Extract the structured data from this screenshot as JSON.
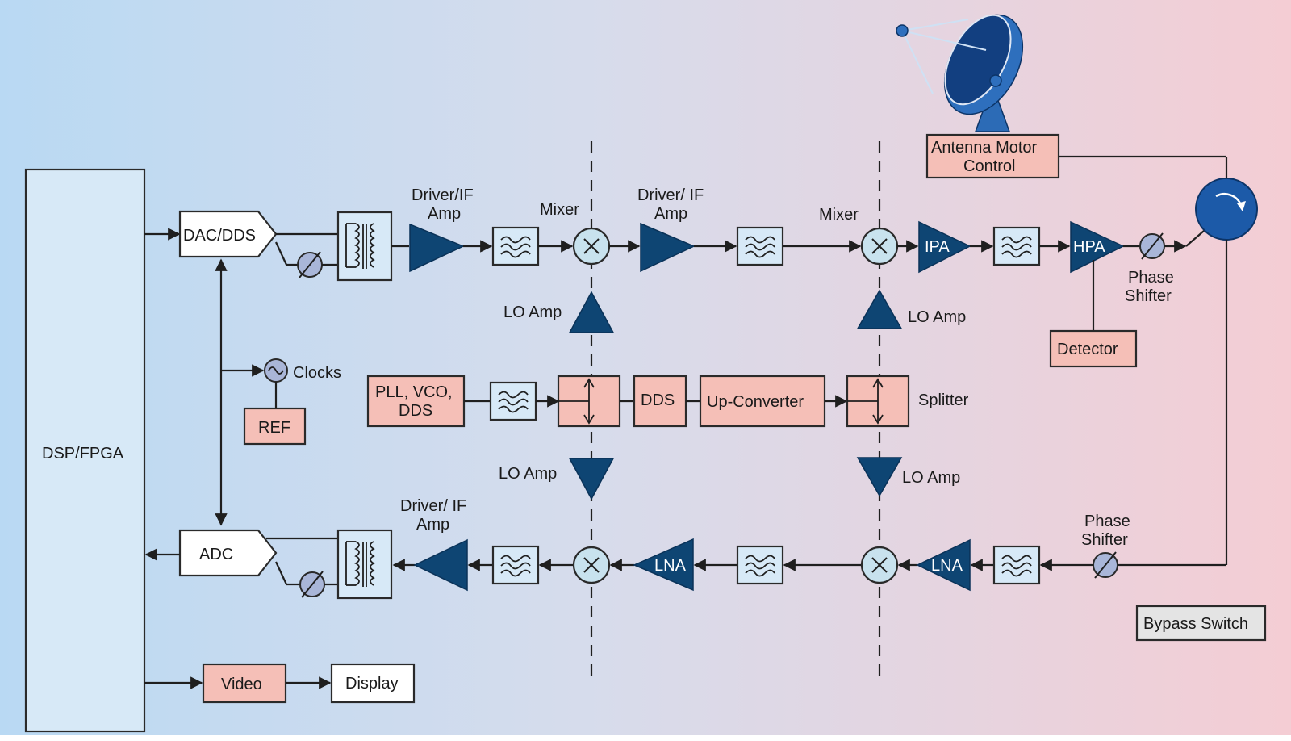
{
  "colors": {
    "background_left": "#b9d9f3",
    "background_right": "#f4cdd4",
    "amplifier": "#0e4573",
    "pink_block": "#f5bfb7",
    "filter_block": "#d7e9f7",
    "mixer": "#c8e2ee",
    "circulator": "#1c5aa8"
  },
  "blocks": {
    "dsp": "DSP/FPGA",
    "dac": "DAC/DDS",
    "adc": "ADC",
    "clocks": "Clocks",
    "ref": "REF",
    "video": "Video",
    "display": "Display",
    "pll_line1": "PLL, VCO,",
    "pll_line2": "DDS",
    "dds": "DDS",
    "upconverter": "Up-Converter",
    "splitter": "Splitter",
    "detector": "Detector",
    "antenna_motor_line1": "Antenna Motor",
    "antenna_motor_line2": "Control",
    "bypass": "Bypass Switch"
  },
  "amps": {
    "driver_if_1_line1": "Driver/IF",
    "driver_if_1_line2": "Amp",
    "driver_if_2_line1": "Driver/ IF",
    "driver_if_2_line2": "Amp",
    "driver_if_3_line1": "Driver/ IF",
    "driver_if_3_line2": "Amp",
    "lo_amp": "LO Amp",
    "ipa": "IPA",
    "hpa": "HPA",
    "lna": "LNA"
  },
  "mixers": {
    "mixer": "Mixer"
  },
  "phase_shifter": {
    "line1": "Phase",
    "line2": "Shifter"
  },
  "icons": [
    "filter-icon",
    "transformer-icon",
    "phase-shifter-icon",
    "oscillator-icon",
    "mixer-icon",
    "circulator-icon",
    "antenna-dish-icon"
  ]
}
